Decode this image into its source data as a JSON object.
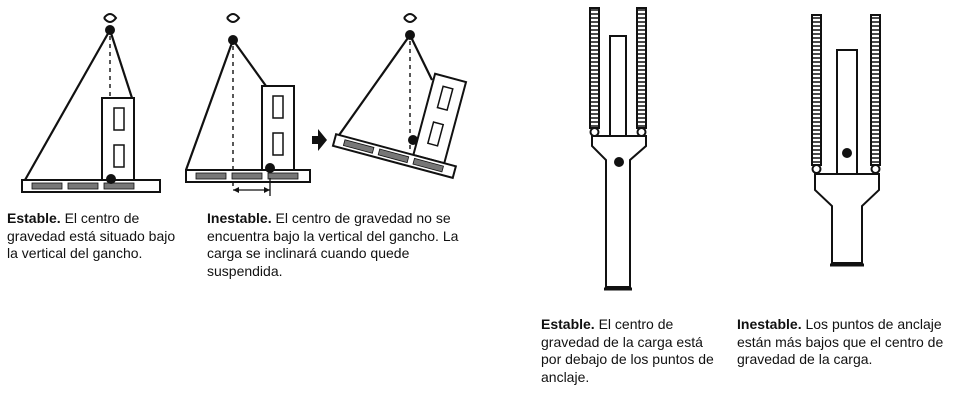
{
  "captions": [
    {
      "bold": "Estable.",
      "text": " El centro de gravedad está situado bajo la vertical del gancho."
    },
    {
      "bold": "Inestable.",
      "text": " El centro de gravedad no se encuentra bajo la vertical del gancho. La carga se inclinará cuando quede suspendida."
    },
    {
      "bold": "Estable.",
      "text": " El centro de gravedad de la carga está por debajo de los puntos de anclaje."
    },
    {
      "bold": "Inestable.",
      "text": " Los puntos de anclaje están más bajos que el centro de gravedad de la carga."
    }
  ],
  "colors": {
    "ink": "#111111",
    "paper": "#ffffff",
    "shade": "#777777"
  }
}
